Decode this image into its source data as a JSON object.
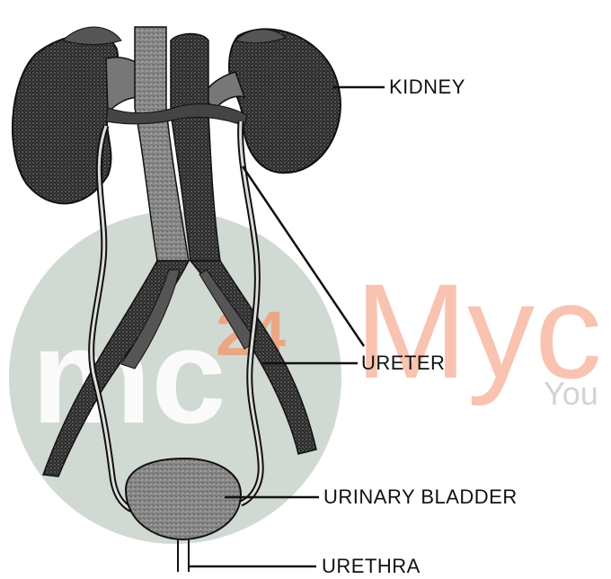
{
  "labels": {
    "kidney": "KIDNEY",
    "ureter": "URETER",
    "bladder": "URINARY BLADDER",
    "urethra": "URETHRA"
  },
  "watermark": {
    "logo_text": "mc",
    "logo_number": "24",
    "brand_text": "Myc",
    "tagline": "You"
  },
  "colors": {
    "ink": "#111111",
    "watermark_circle": "#c9d3cc",
    "watermark_brand": "#f6a184",
    "watermark_tagline": "#c8ccd0",
    "watermark_number": "#f08a5a"
  }
}
